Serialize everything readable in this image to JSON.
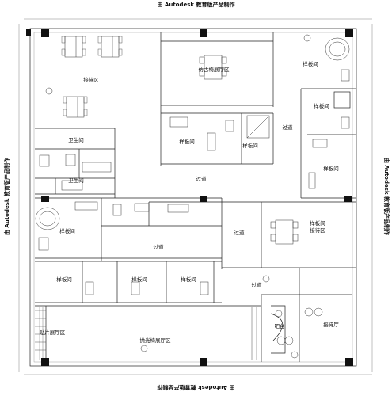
{
  "watermark": "由 Autodesk 教育版产品制作",
  "rooms": {
    "reception_zone": "接待区",
    "antique_chair_hall": "仿古椅展厅区",
    "sample_room": "样板间",
    "corridor": "过道",
    "restroom": "卫生间",
    "sample_reception": "样板间\n接待区",
    "veneer_hall": "贴片展厅区",
    "polished_chair_hall": "抛光椅展厅区",
    "bar_counter": "吧台",
    "reception_hall": "接待厅"
  }
}
